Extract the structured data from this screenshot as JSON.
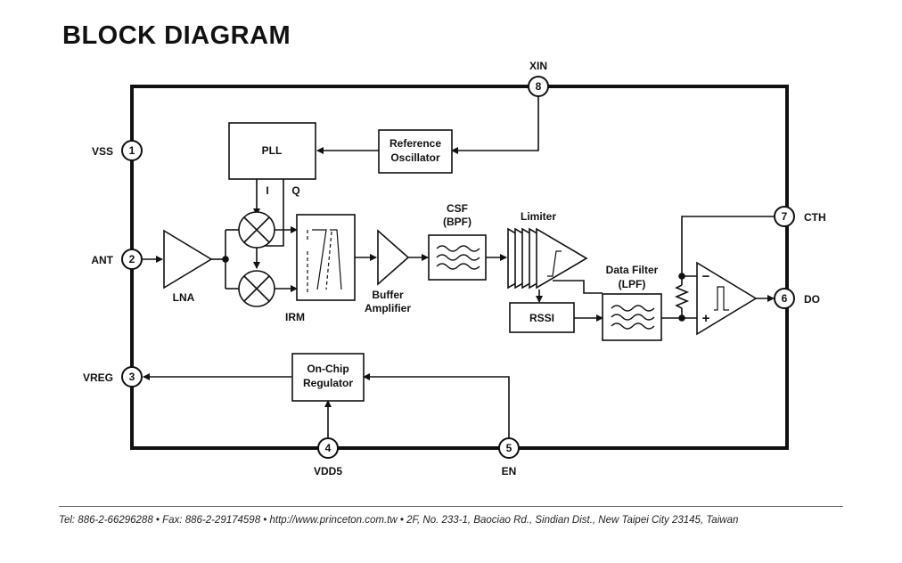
{
  "title": "BLOCK DIAGRAM",
  "pins": {
    "p1": {
      "num": "1",
      "name": "VSS"
    },
    "p2": {
      "num": "2",
      "name": "ANT"
    },
    "p3": {
      "num": "3",
      "name": "VREG"
    },
    "p4": {
      "num": "4",
      "name": "VDD5"
    },
    "p5": {
      "num": "5",
      "name": "EN"
    },
    "p6": {
      "num": "6",
      "name": "DO"
    },
    "p7": {
      "num": "7",
      "name": "CTH"
    },
    "p8": {
      "num": "8",
      "name": "XIN"
    }
  },
  "blocks": {
    "pll": "PLL",
    "ref_osc_1": "Reference",
    "ref_osc_2": "Oscillator",
    "i_label": "I",
    "q_label": "Q",
    "lna": "LNA",
    "irm": "IRM",
    "buffer_1": "Buffer",
    "buffer_2": "Amplifier",
    "csf_1": "CSF",
    "csf_2": "(BPF)",
    "limiter": "Limiter",
    "rssi": "RSSI",
    "data_filter_1": "Data Filter",
    "data_filter_2": "(LPF)",
    "regulator_1": "On-Chip",
    "regulator_2": "Regulator",
    "comp_minus": "−",
    "comp_plus": "+"
  },
  "footer": "Tel: 886-2-66296288 • Fax: 886-2-29174598 • http://www.princeton.com.tw • 2F, No. 233-1, Baociao Rd., Sindian Dist., New  Taipei City 23145, Taiwan"
}
